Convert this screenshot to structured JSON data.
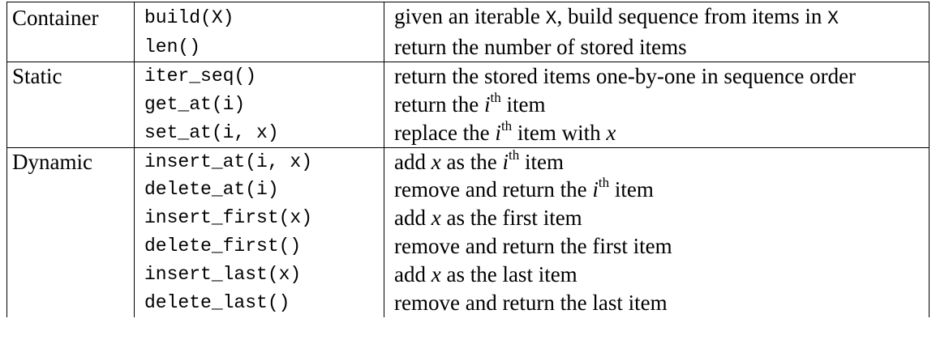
{
  "table": {
    "rows": [
      {
        "category": "Container",
        "operation": "build(X)",
        "description": [
          {
            "t": "text",
            "v": "given an iterable "
          },
          {
            "t": "mono",
            "v": "X"
          },
          {
            "t": "text",
            "v": ", build sequence from items in "
          },
          {
            "t": "mono",
            "v": "X"
          }
        ]
      },
      {
        "category": "",
        "operation": "len()",
        "description": [
          {
            "t": "text",
            "v": "return the number of stored items"
          }
        ]
      },
      {
        "category": "Static",
        "operation": "iter_seq()",
        "description": [
          {
            "t": "text",
            "v": "return the stored items one-by-one in sequence order"
          }
        ]
      },
      {
        "category": "",
        "operation": "get_at(i)",
        "description": [
          {
            "t": "text",
            "v": "return the "
          },
          {
            "t": "var",
            "v": "i"
          },
          {
            "t": "sup",
            "v": "th"
          },
          {
            "t": "text",
            "v": " item"
          }
        ]
      },
      {
        "category": "",
        "operation": "set_at(i, x)",
        "description": [
          {
            "t": "text",
            "v": "replace the "
          },
          {
            "t": "var",
            "v": "i"
          },
          {
            "t": "sup",
            "v": "th"
          },
          {
            "t": "text",
            "v": " item with "
          },
          {
            "t": "var",
            "v": "x"
          }
        ]
      },
      {
        "category": "Dynamic",
        "operation": "insert_at(i, x)",
        "description": [
          {
            "t": "text",
            "v": "add "
          },
          {
            "t": "var",
            "v": "x"
          },
          {
            "t": "text",
            "v": " as the "
          },
          {
            "t": "var",
            "v": "i"
          },
          {
            "t": "sup",
            "v": "th"
          },
          {
            "t": "text",
            "v": " item"
          }
        ]
      },
      {
        "category": "",
        "operation": "delete_at(i)",
        "description": [
          {
            "t": "text",
            "v": "remove and return the "
          },
          {
            "t": "var",
            "v": "i"
          },
          {
            "t": "sup",
            "v": "th"
          },
          {
            "t": "text",
            "v": " item"
          }
        ]
      },
      {
        "category": "",
        "operation": "insert_first(x)",
        "description": [
          {
            "t": "text",
            "v": "add "
          },
          {
            "t": "var",
            "v": "x"
          },
          {
            "t": "text",
            "v": " as the first item"
          }
        ]
      },
      {
        "category": "",
        "operation": "delete_first()",
        "description": [
          {
            "t": "text",
            "v": "remove and return the first item"
          }
        ]
      },
      {
        "category": "",
        "operation": "insert_last(x)",
        "description": [
          {
            "t": "text",
            "v": "add "
          },
          {
            "t": "var",
            "v": "x"
          },
          {
            "t": "text",
            "v": " as the last item"
          }
        ]
      },
      {
        "category": "",
        "operation": "delete_last()",
        "description": [
          {
            "t": "text",
            "v": "remove and return the last item"
          }
        ]
      }
    ]
  }
}
